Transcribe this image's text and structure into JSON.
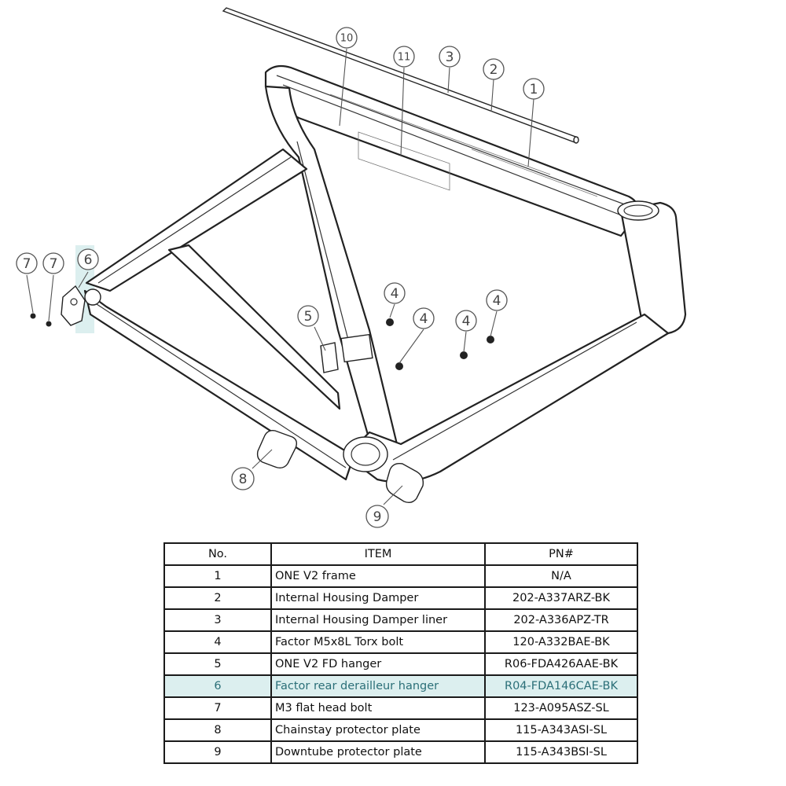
{
  "callouts": [
    {
      "id": "c1",
      "label": "1"
    },
    {
      "id": "c2",
      "label": "2"
    },
    {
      "id": "c3",
      "label": "3"
    },
    {
      "id": "c4a",
      "label": "4"
    },
    {
      "id": "c4b",
      "label": "4"
    },
    {
      "id": "c4c",
      "label": "4"
    },
    {
      "id": "c4d",
      "label": "4"
    },
    {
      "id": "c5",
      "label": "5"
    },
    {
      "id": "c6",
      "label": "6"
    },
    {
      "id": "c7a",
      "label": "7"
    },
    {
      "id": "c7b",
      "label": "7"
    },
    {
      "id": "c8",
      "label": "8"
    },
    {
      "id": "c9",
      "label": "9"
    },
    {
      "id": "c10",
      "label": "10"
    },
    {
      "id": "c11",
      "label": "11"
    }
  ],
  "table": {
    "headers": [
      "No.",
      "ITEM",
      "PN#"
    ],
    "rows": [
      {
        "no": "1",
        "item": "ONE V2 frame",
        "pn": "N/A"
      },
      {
        "no": "2",
        "item": "Internal Housing Damper",
        "pn": "202-A337ARZ-BK"
      },
      {
        "no": "3",
        "item": "Internal Housing Damper liner",
        "pn": "202-A336APZ-TR"
      },
      {
        "no": "4",
        "item": "Factor M5x8L Torx bolt",
        "pn": "120-A332BAE-BK"
      },
      {
        "no": "5",
        "item": "ONE V2 FD hanger",
        "pn": "R06-FDA426AAE-BK"
      },
      {
        "no": "6",
        "item": "Factor rear derailleur hanger",
        "pn": "R04-FDA146CAE-BK",
        "highlight": true
      },
      {
        "no": "7",
        "item": "M3 flat head bolt",
        "pn": "123-A095ASZ-SL"
      },
      {
        "no": "8",
        "item": "Chainstay protector plate",
        "pn": "115-A343ASI-SL"
      },
      {
        "no": "9",
        "item": "Downtube protector plate",
        "pn": "115-A343BSI-SL"
      }
    ]
  },
  "colors": {
    "highlight_bg": "#dcefef",
    "highlight_text": "#2b6f78",
    "line": "#222222"
  }
}
